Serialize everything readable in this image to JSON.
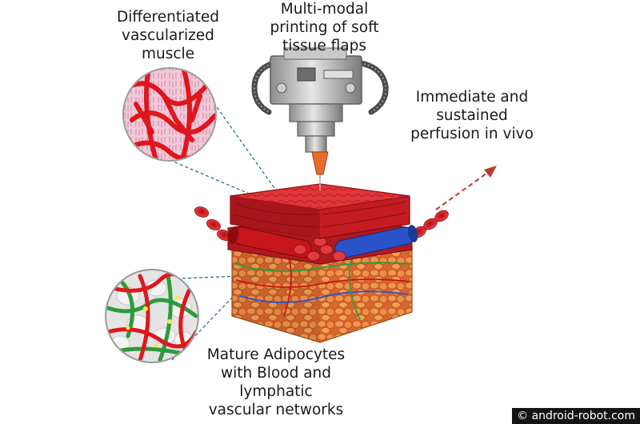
{
  "labels": {
    "muscle": [
      "Differentiated",
      "vascularized",
      "muscle"
    ],
    "printing": [
      "Multi-modal",
      "printing of soft",
      "tissue flaps"
    ],
    "perfusion": [
      "Immediate and",
      "sustained",
      "perfusion in vivo"
    ],
    "adipocytes": [
      "Mature Adipocytes",
      "with Blood and",
      "lymphatic",
      "vascular networks"
    ]
  },
  "watermark": "© android-robot.com",
  "icons": {
    "printer": "bioprinter-head-icon",
    "tissue": "tissue-block-icon",
    "muscle_zoom": "muscle-microscopy-icon",
    "adipose_zoom": "adipose-microscopy-icon",
    "blood_cells": "red-blood-cell-icon"
  },
  "colors": {
    "muscle_red": "#d8242a",
    "vessel_red": "#c8141b",
    "vein_blue": "#2a52c9",
    "lymph_green": "#2e9b3a",
    "adipose_orange": "#e8823e",
    "machine_gray": "#b8b8b8",
    "nozzle_orange": "#e86a2a",
    "dashed_teal": "#2e6f8a",
    "arrow_red": "#c0392b"
  }
}
